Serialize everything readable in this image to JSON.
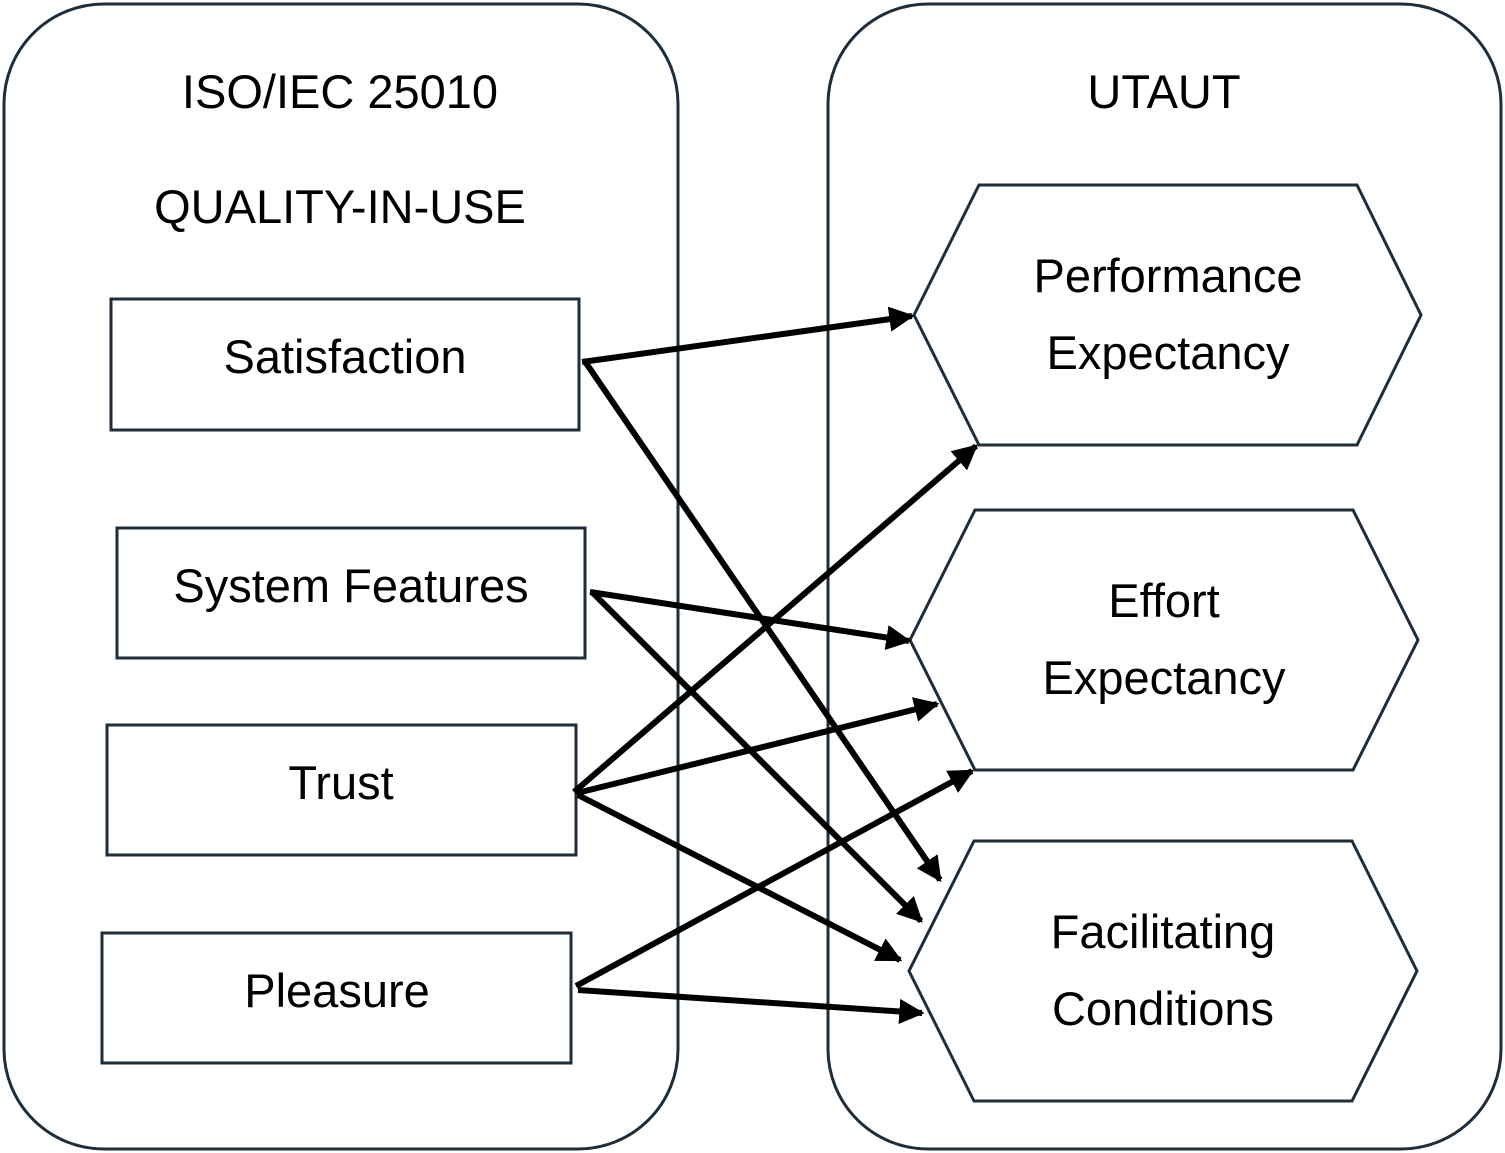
{
  "left_panel": {
    "title_line1": "ISO/IEC 25010",
    "title_line2": "QUALITY-IN-USE",
    "items": [
      {
        "id": "satisfaction",
        "label": "Satisfaction"
      },
      {
        "id": "system-features",
        "label": "System Features"
      },
      {
        "id": "trust",
        "label": "Trust"
      },
      {
        "id": "pleasure",
        "label": "Pleasure"
      }
    ]
  },
  "right_panel": {
    "title": "UTAUT",
    "items": [
      {
        "id": "performance-expectancy",
        "line1": "Performance",
        "line2": "Expectancy"
      },
      {
        "id": "effort-expectancy",
        "line1": "Effort",
        "line2": "Expectancy"
      },
      {
        "id": "facilitating-conditions",
        "line1": "Facilitating",
        "line2": "Conditions"
      }
    ]
  },
  "connections": [
    {
      "from": "satisfaction",
      "to": "performance-expectancy"
    },
    {
      "from": "satisfaction",
      "to": "facilitating-conditions"
    },
    {
      "from": "system-features",
      "to": "effort-expectancy"
    },
    {
      "from": "system-features",
      "to": "facilitating-conditions"
    },
    {
      "from": "trust",
      "to": "performance-expectancy"
    },
    {
      "from": "trust",
      "to": "effort-expectancy"
    },
    {
      "from": "trust",
      "to": "facilitating-conditions"
    },
    {
      "from": "pleasure",
      "to": "effort-expectancy"
    },
    {
      "from": "pleasure",
      "to": "facilitating-conditions"
    }
  ],
  "colors": {
    "panel_stroke": "#1f2d3a",
    "box_stroke": "#1f2d3a",
    "arrow": "#000000"
  }
}
